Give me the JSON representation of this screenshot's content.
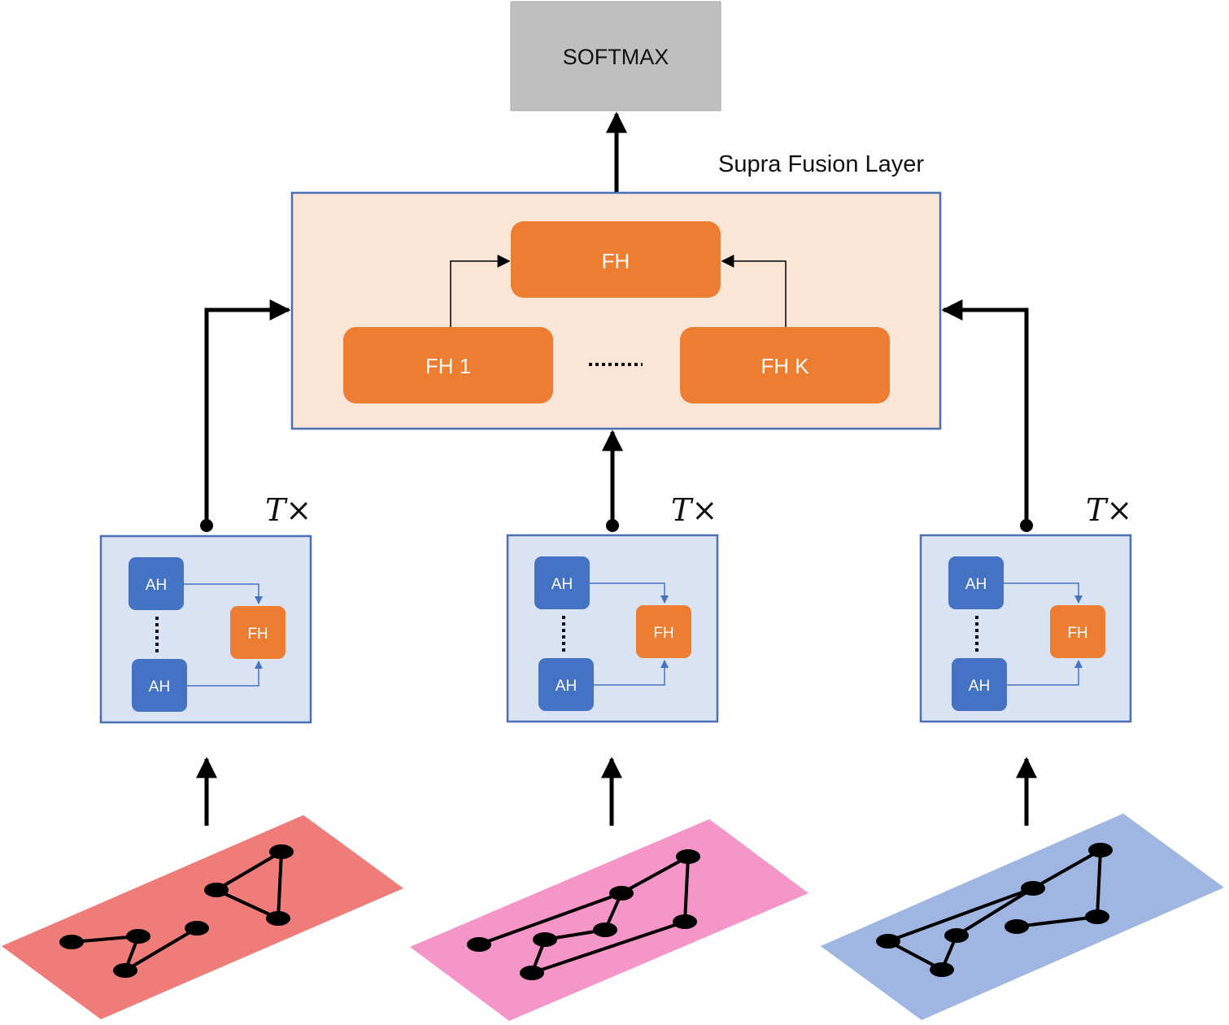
{
  "softmax": {
    "label": "SOFTMAX"
  },
  "fusion": {
    "title": "Supra Fusion Layer",
    "top_label": "FH",
    "left_label": "FH 1",
    "right_label": "FH K"
  },
  "encoders": [
    {
      "multiplier": "T×",
      "ah_top": "AH",
      "ah_bottom": "AH",
      "fh": "FH"
    },
    {
      "multiplier": "T×",
      "ah_top": "AH",
      "ah_bottom": "AH",
      "fh": "FH"
    },
    {
      "multiplier": "T×",
      "ah_top": "AH",
      "ah_bottom": "AH",
      "fh": "FH"
    }
  ],
  "colors": {
    "softmax_fill": "#bfbfbf",
    "fusion_fill": "#fbe5d6",
    "fusion_border": "#4a6fb5",
    "fh_orange": "#ed7d31",
    "encoder_fill": "#dae3f3",
    "encoder_border": "#4a6fb5",
    "ah_blue": "#4472c4",
    "plane_red": "#f07c7a",
    "plane_pink": "#f595c8",
    "plane_blue": "#9fb6e2"
  }
}
